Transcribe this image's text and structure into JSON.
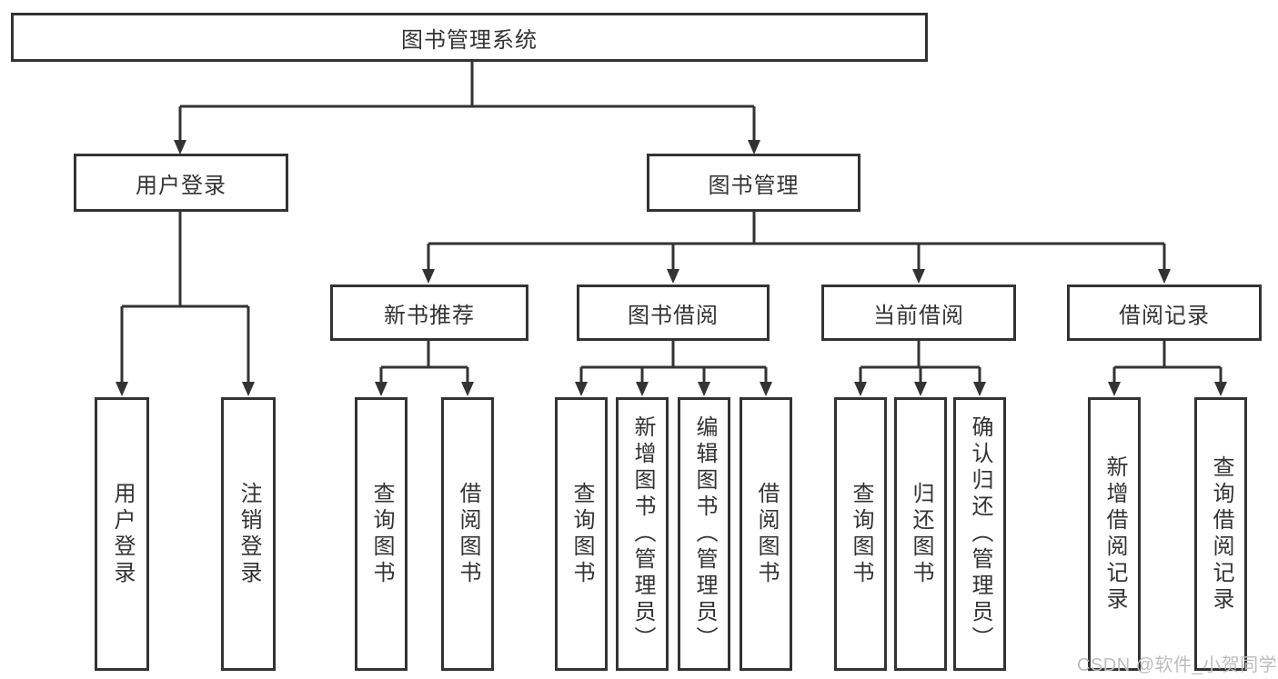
{
  "diagram": {
    "colors": {
      "line": "#333333",
      "text": "#333333",
      "background": "#ffffff",
      "watermark": "#bdbdbd"
    },
    "watermark": "CSDN @软件_小贺同学",
    "nodes": {
      "root": "图书管理系统",
      "user_login": "用户登录",
      "book_mgmt": "图书管理",
      "new_book_rec": "新书推荐",
      "book_borrow": "图书借阅",
      "current_borrow": "当前借阅",
      "borrow_records": "借阅记录",
      "leaf_user_login": "用户登录",
      "leaf_logout": "注销登录",
      "leaf_query_book_1": "查询图书",
      "leaf_borrow_book_1": "借阅图书",
      "leaf_query_book_2": "查询图书",
      "leaf_add_book": "新增图书（管理员）",
      "leaf_edit_book": "编辑图书（管理员）",
      "leaf_borrow_book_2": "借阅图书",
      "leaf_query_book_3": "查询图书",
      "leaf_return_book": "归还图书",
      "leaf_confirm_return": "确认归还（管理员）",
      "leaf_add_borrow_record": "新增借阅记录",
      "leaf_query_borrow_record": "查询借阅记录"
    },
    "hierarchy": {
      "图书管理系统": {
        "用户登录": [
          "用户登录",
          "注销登录"
        ],
        "图书管理": {
          "新书推荐": [
            "查询图书",
            "借阅图书"
          ],
          "图书借阅": [
            "查询图书",
            "新增图书（管理员）",
            "编辑图书（管理员）",
            "借阅图书"
          ],
          "当前借阅": [
            "查询图书",
            "归还图书",
            "确认归还（管理员）"
          ],
          "借阅记录": [
            "新增借阅记录",
            "查询借阅记录"
          ]
        }
      }
    }
  }
}
